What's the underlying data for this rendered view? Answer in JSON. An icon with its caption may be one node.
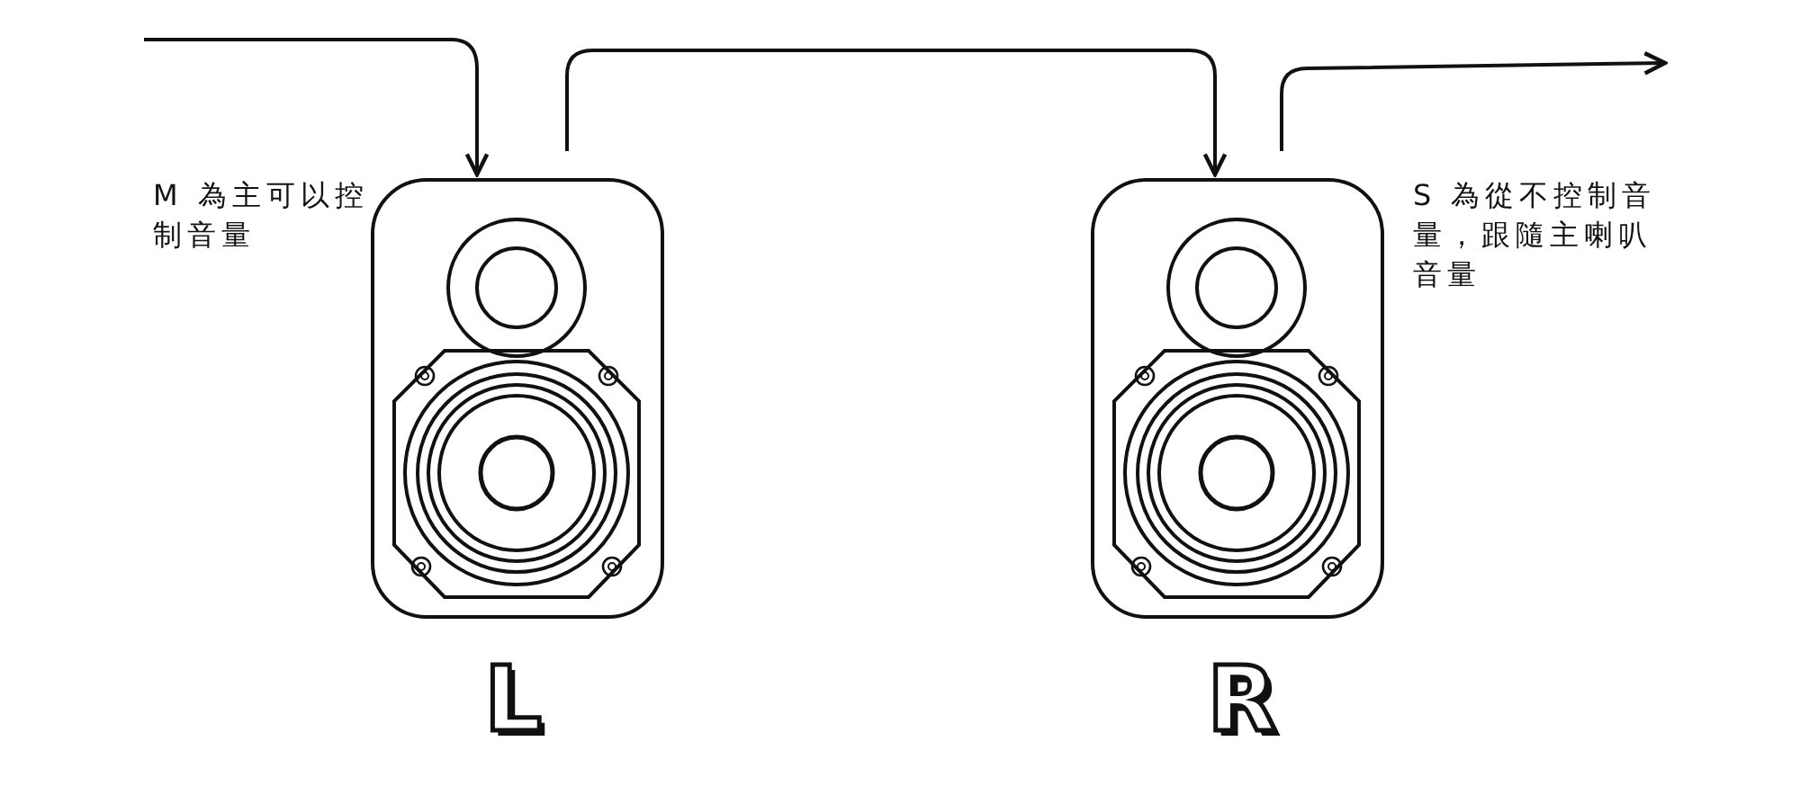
{
  "diagram": {
    "nodes": [
      {
        "text": [],
        "shape": "picture",
        "beside": [
          "M 為主可以控制音量",
          "L"
        ]
      },
      {
        "text": [],
        "shape": "picture",
        "beside": [
          "S 為從不控制音量，跟隨主喇叭音量",
          "R"
        ]
      }
    ],
    "edges": [
      {
        "from": null,
        "to": 0,
        "arrow": "to"
      },
      {
        "from": 0,
        "to": 1,
        "arrow": "to"
      },
      {
        "from": 1,
        "to": null,
        "arrow": "to"
      }
    ]
  }
}
